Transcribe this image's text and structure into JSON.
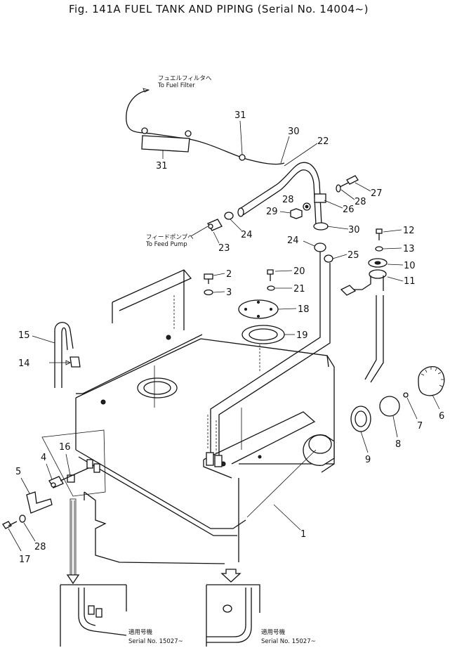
{
  "title": "Fig. 141A FUEL TANK AND PIPING (Serial No. 14004~)",
  "notes": {
    "fuel_filter_jp": "フュエルフィルタへ",
    "fuel_filter_en": "To Fuel Filter",
    "feed_pump_jp": "フィードポンプへ",
    "feed_pump_en": "To Feed Pump",
    "applicable_jp_1": "適用号機",
    "serial_1": "Serial No. 15027~",
    "applicable_jp_2": "適用号機",
    "serial_2": "Serial No. 15027~"
  },
  "callouts": {
    "c1": "1",
    "c2": "2",
    "c3": "3",
    "c4": "4",
    "c5": "5",
    "c6": "6",
    "c7": "7",
    "c8": "8",
    "c9": "9",
    "c10": "10",
    "c11": "11",
    "c12": "12",
    "c13": "13",
    "c14": "14",
    "c15": "15",
    "c16": "16",
    "c17": "17",
    "c18": "18",
    "c19": "19",
    "c20": "20",
    "c21": "21",
    "c22": "22",
    "c23": "23",
    "c24a": "24",
    "c24b": "24",
    "c25": "25",
    "c26": "26",
    "c27": "27",
    "c28a": "28",
    "c28b": "28",
    "c28c": "28",
    "c29": "29",
    "c30a": "30",
    "c30b": "30",
    "c31a": "31",
    "c31b": "31"
  }
}
